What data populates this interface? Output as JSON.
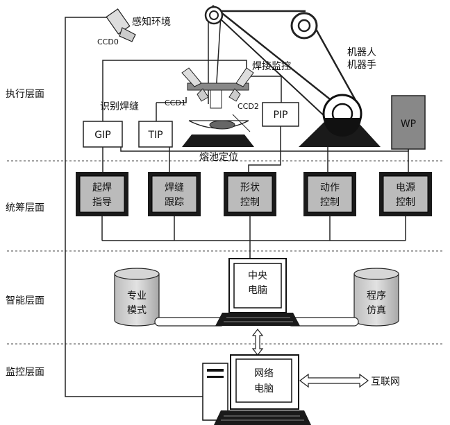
{
  "layers": {
    "execution": "执行层面",
    "coordination": "统筹层面",
    "intelligence": "智能层面",
    "monitoring": "监控层面"
  },
  "sensors": {
    "ccd0": "CCD0",
    "ccd0_caption": "感知环境",
    "ccd1": "CCD1",
    "ccd2": "CCD2",
    "weld_monitor": "焊接监控",
    "seam_recognition": "识别焊缝",
    "pool_positioning": "熔池定位",
    "robot_line1": "机器人",
    "robot_line2": "机器手"
  },
  "exec_boxes": {
    "gip": "GIP",
    "tip": "TIP",
    "pip": "PIP",
    "wp": "WP"
  },
  "control_boxes": [
    {
      "line1": "起焊",
      "line2": "指导"
    },
    {
      "line1": "焊缝",
      "line2": "跟踪"
    },
    {
      "line1": "形状",
      "line2": "控制"
    },
    {
      "line1": "动作",
      "line2": "控制"
    },
    {
      "line1": "电源",
      "line2": "控制"
    }
  ],
  "intelligence": {
    "db_left_line1": "专业",
    "db_left_line2": "模式",
    "central_line1": "中央",
    "central_line2": "电脑",
    "db_right_line1": "程序",
    "db_right_line2": "仿真"
  },
  "monitoring": {
    "network_line1": "网络",
    "network_line2": "电脑",
    "internet": "互联网"
  }
}
